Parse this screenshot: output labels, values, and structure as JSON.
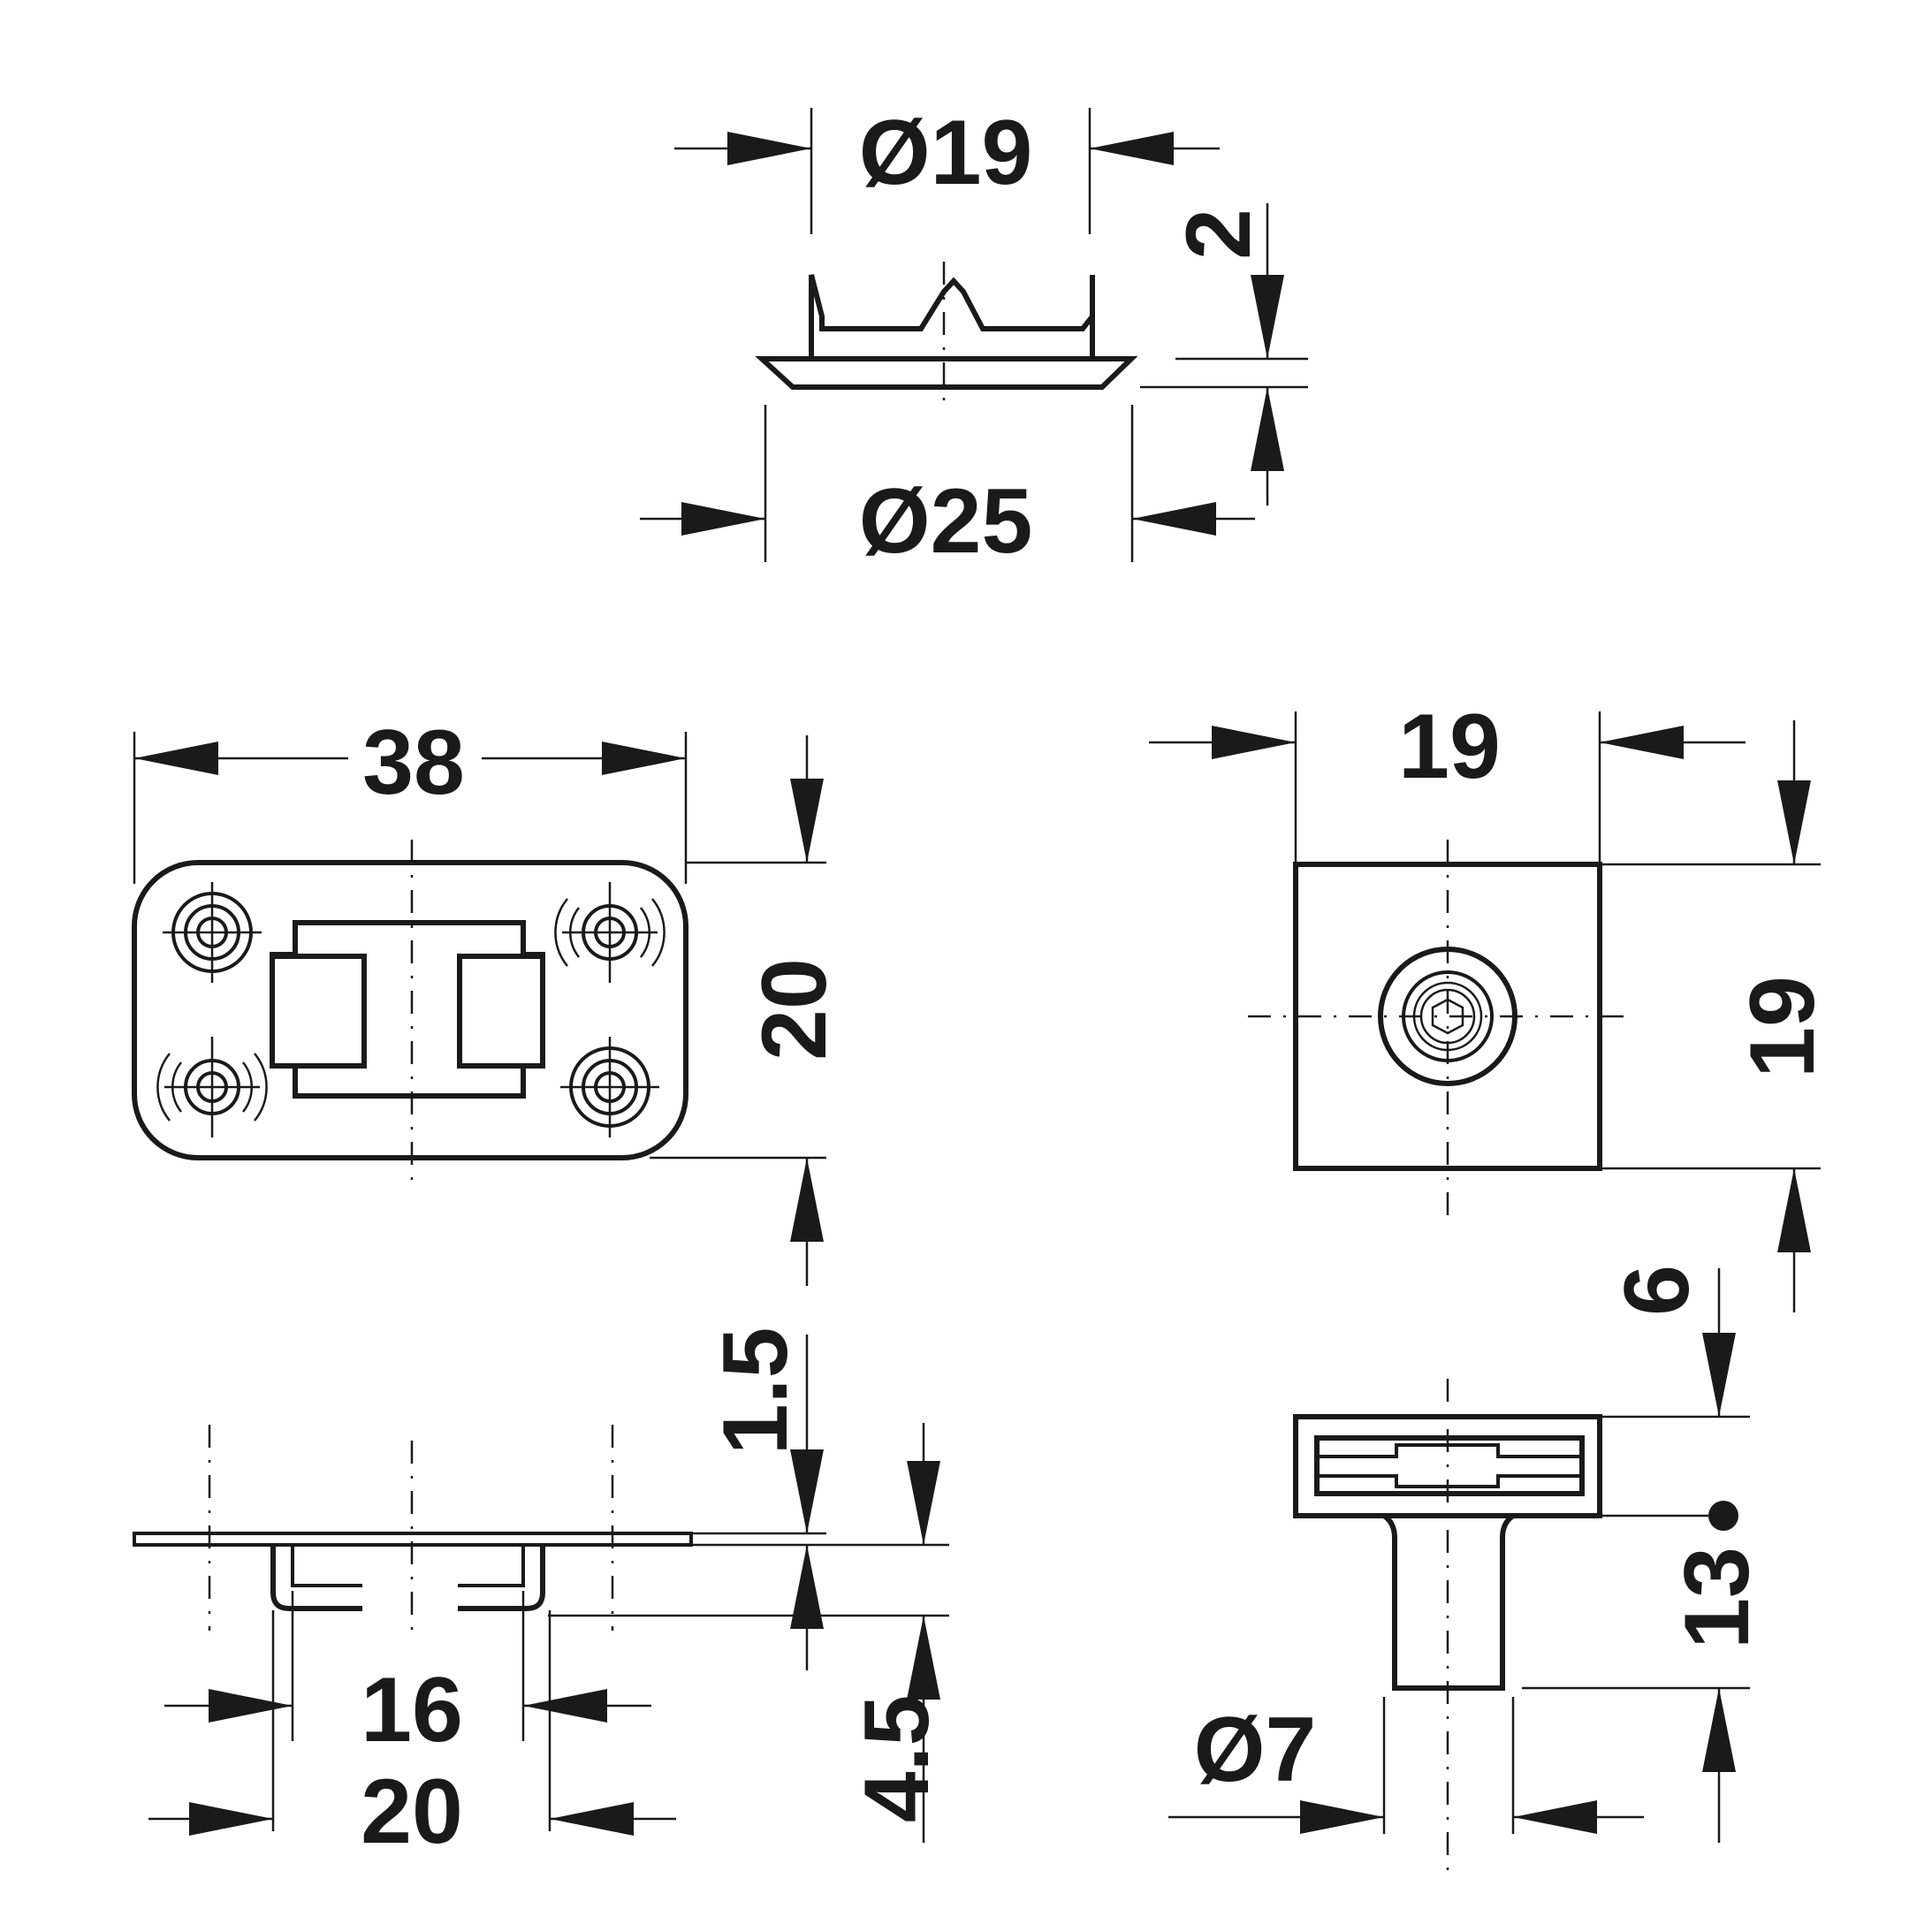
{
  "dimensions": {
    "cap_inner_diameter": "Ø19",
    "cap_outer_diameter": "Ø25",
    "cap_thickness": "2",
    "plate_length": "38",
    "plate_width": "20",
    "plate_thickness": "1.5",
    "plate_depth": "4.5",
    "slot_inner": "16",
    "slot_outer": "20",
    "block_width": "19",
    "block_height": "19",
    "head_height": "6",
    "total_height": "13",
    "pin_diameter": "Ø7"
  },
  "colors": {
    "line": "#1a1a1a",
    "background": "#ffffff"
  }
}
